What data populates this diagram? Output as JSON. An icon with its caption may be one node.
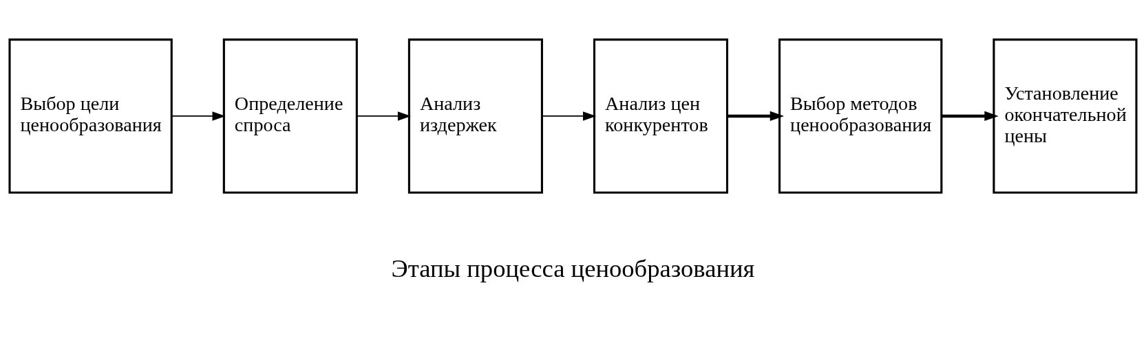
{
  "diagram": {
    "caption": "Этапы процесса ценообразования",
    "nodes": [
      {
        "text": [
          "Выбор цели ценообразования"
        ]
      },
      {
        "text": [
          "Определение спроса"
        ]
      },
      {
        "text": [
          "Анализ издержек"
        ]
      },
      {
        "text": [
          "Анализ цен конкурентов"
        ]
      },
      {
        "text": [
          "Выбор методов ценообразования"
        ]
      },
      {
        "text": [
          "Установление окончательной цены"
        ]
      }
    ],
    "edges": [
      {
        "from": 0,
        "to": 1,
        "arrow": "to"
      },
      {
        "from": 1,
        "to": 2,
        "arrow": "to"
      },
      {
        "from": 2,
        "to": 3,
        "arrow": "to"
      },
      {
        "from": 3,
        "to": 4,
        "arrow": "to",
        "style": "thick"
      },
      {
        "from": 4,
        "to": 5,
        "arrow": "to",
        "style": "thick"
      }
    ]
  }
}
